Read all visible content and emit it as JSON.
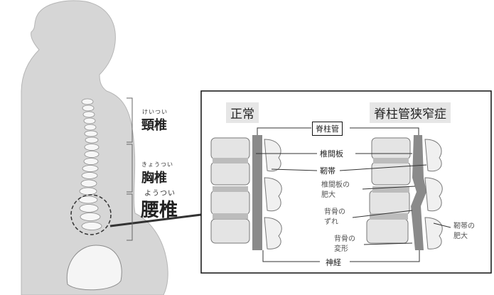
{
  "left_figure": {
    "cervical": {
      "ruby": "けいつい",
      "label": "頸椎"
    },
    "thoracic": {
      "ruby": "きょうつい",
      "label": "胸椎"
    },
    "lumbar": {
      "ruby": "ようつい",
      "label": "腰椎"
    }
  },
  "panel": {
    "title_normal": "正常",
    "title_stenosis": "脊柱管狭窄症",
    "label_spinal_canal": "脊柱管",
    "label_disc": "椎間板",
    "label_ligament": "靭帯",
    "label_disc_hypertrophy": [
      "椎間板の",
      "肥大"
    ],
    "label_vertebra_shift": [
      "背骨の",
      "ずれ"
    ],
    "label_vertebra_deform": [
      "背骨の",
      "変形"
    ],
    "label_ligament_hypertrophy": [
      "靭帯の",
      "肥大"
    ],
    "label_nerve": "神経"
  },
  "colors": {
    "body": "#d6d6d6",
    "outline": "#9a9a9a",
    "bone": "#f4f4f4",
    "canal": "#8a8a8a",
    "panel_border": "#111111"
  }
}
